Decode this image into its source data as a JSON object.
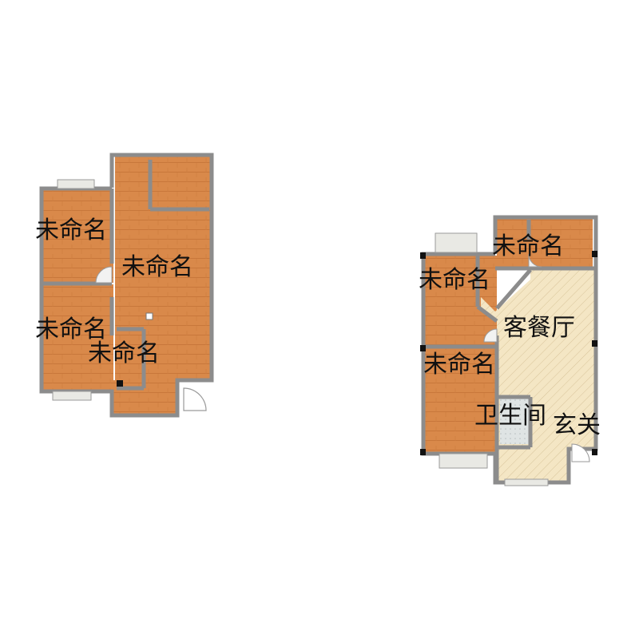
{
  "colors": {
    "background": "#ffffff",
    "wall": "#8c8c8c",
    "wall_dark": "#6f6f6f",
    "floor_wood": "#d9894a",
    "floor_wood_dark": "#c8773b",
    "floor_tile": "#f4e6c4",
    "tile_hatch": "#d8c49a",
    "window_glass": "#e9e9e4",
    "bath_tile": "#dfe4e4",
    "column": "#111111",
    "label": "#111111"
  },
  "plan_left": {
    "rooms": [
      {
        "id": "l-bedroom-top-left",
        "label": "未命名"
      },
      {
        "id": "l-main-hall",
        "label": "未命名"
      },
      {
        "id": "l-bedroom-bottom-left",
        "label": "未命名"
      },
      {
        "id": "l-small-room",
        "label": "未命名"
      }
    ]
  },
  "plan_right": {
    "rooms": [
      {
        "id": "r-room-top",
        "label": "未命名"
      },
      {
        "id": "r-bedroom-mid",
        "label": "未命名"
      },
      {
        "id": "r-living-dining",
        "label": "客餐厅"
      },
      {
        "id": "r-bedroom-bottom",
        "label": "未命名"
      },
      {
        "id": "r-bathroom",
        "label": "卫生间"
      },
      {
        "id": "r-entrance",
        "label": "玄关"
      }
    ]
  }
}
